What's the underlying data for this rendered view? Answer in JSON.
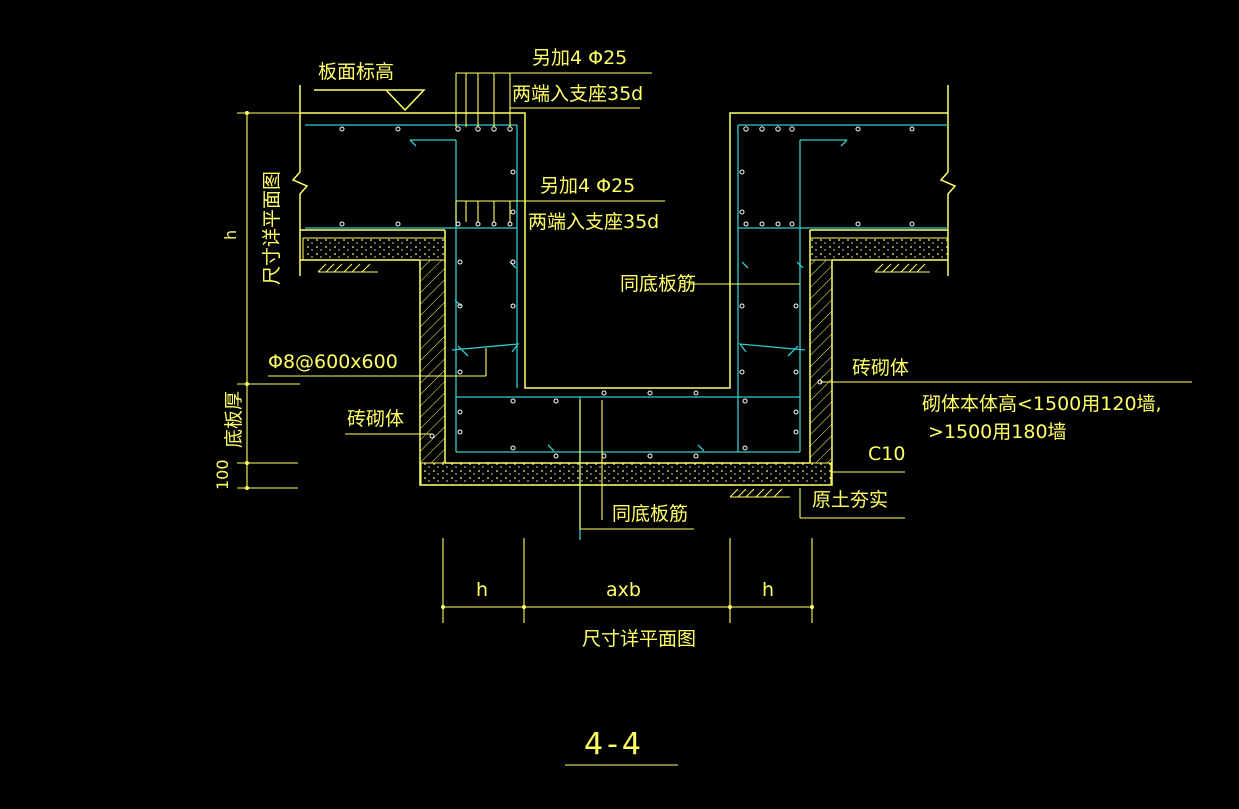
{
  "labels": {
    "slab_top_elevation": "板面标高",
    "extra_bars_1": "另加4 Φ25",
    "anchor_1": "两端入支座35d",
    "extra_bars_2": "另加4 Φ25",
    "anchor_2": "两端入支座35d",
    "same_bottom_bars_1": "同底板筋",
    "same_bottom_bars_2": "同底板筋",
    "tie_bars": "Φ8@600x600",
    "brick_left": "砖砌体",
    "brick_right": "砖砌体",
    "wall_note_1": "砌体本体高<1500用120墙,",
    "wall_note_2": ">1500用180墙",
    "concrete_grade": "C10",
    "soil": "原土夯实",
    "dim_vertical": "尺寸详平面图",
    "dim_h_letter": "h",
    "slab_thickness": "底板厚",
    "dim_100": "100",
    "dim_h_left": "h",
    "dim_axb": "axb",
    "dim_h_right": "h",
    "dim_plan_note": "尺寸详平面图",
    "section_title": "4-4"
  },
  "colors": {
    "background": "#000000",
    "outline": "#ffff66",
    "rebar": "#33cccc",
    "white": "#ffffff"
  }
}
